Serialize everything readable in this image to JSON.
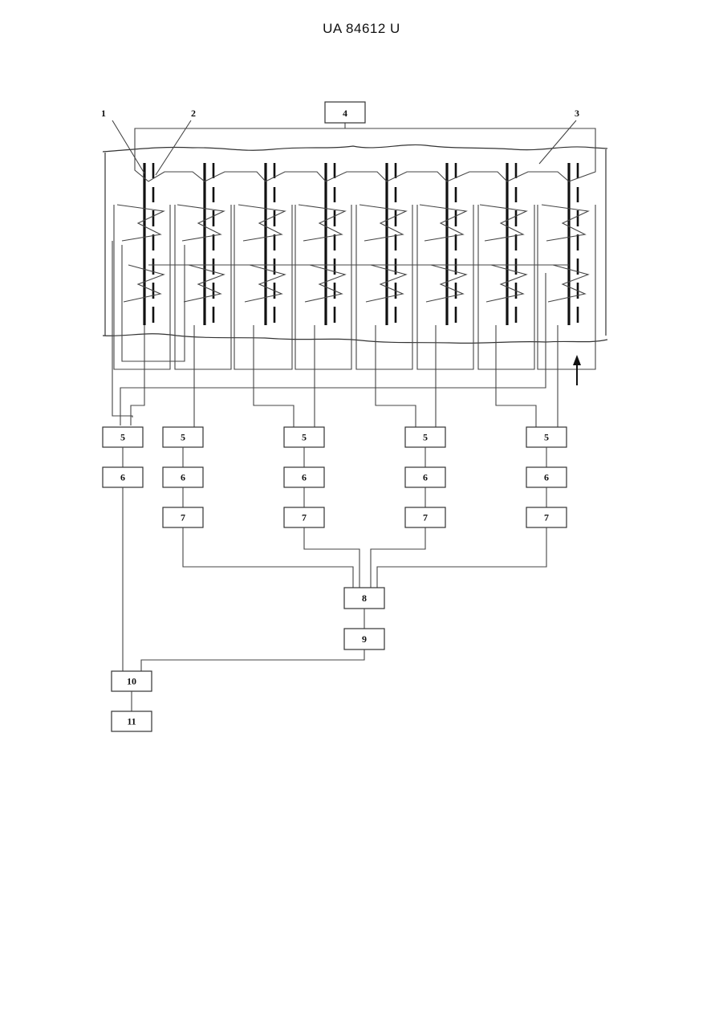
{
  "header": {
    "patent_number": "UA   84612   U"
  },
  "diagram": {
    "callouts": [
      {
        "id": "callout-1",
        "text": "1"
      },
      {
        "id": "callout-2",
        "text": "2"
      },
      {
        "id": "callout-3",
        "text": "3"
      }
    ],
    "blocks": {
      "b4": "4",
      "b5": "5",
      "b6": "6",
      "b7": "7",
      "b8": "8",
      "b9": "9",
      "b10": "10",
      "b11": "11"
    },
    "electrode_pairs": 8,
    "units_5_6": 5,
    "units_7": 4,
    "flow_arrow": "up-arrow"
  }
}
